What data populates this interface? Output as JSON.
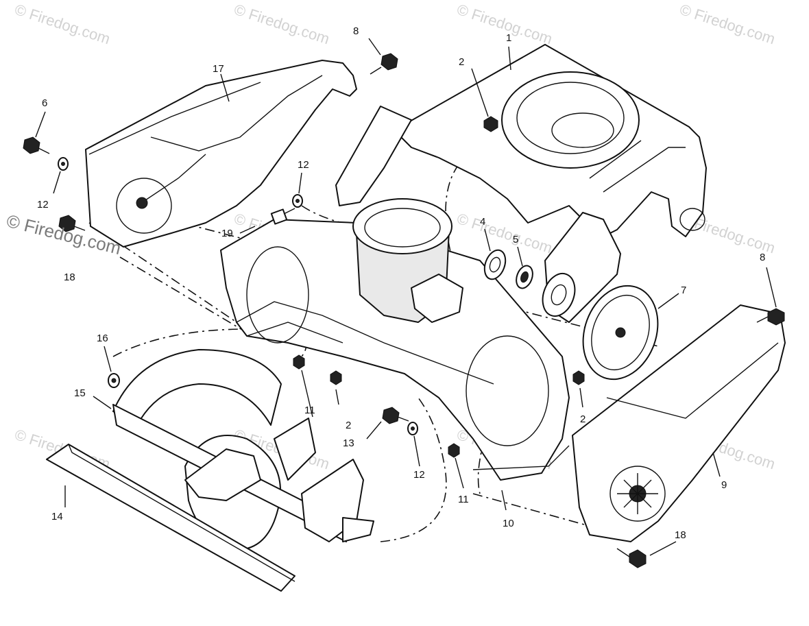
{
  "watermark": "© Firedog.com",
  "watermark_prominent": "© Firedog.com",
  "callouts": [
    {
      "id": "c1",
      "label": "1"
    },
    {
      "id": "c2a",
      "label": "2"
    },
    {
      "id": "c2b",
      "label": "2"
    },
    {
      "id": "c2c",
      "label": "2"
    },
    {
      "id": "c4",
      "label": "4"
    },
    {
      "id": "c5",
      "label": "5"
    },
    {
      "id": "c6",
      "label": "6"
    },
    {
      "id": "c7",
      "label": "7"
    },
    {
      "id": "c8a",
      "label": "8"
    },
    {
      "id": "c8b",
      "label": "8"
    },
    {
      "id": "c9",
      "label": "9"
    },
    {
      "id": "c10",
      "label": "10"
    },
    {
      "id": "c11a",
      "label": "11"
    },
    {
      "id": "c11b",
      "label": "11"
    },
    {
      "id": "c12a",
      "label": "12"
    },
    {
      "id": "c12b",
      "label": "12"
    },
    {
      "id": "c12c",
      "label": "12"
    },
    {
      "id": "c13",
      "label": "13"
    },
    {
      "id": "c14",
      "label": "14"
    },
    {
      "id": "c15",
      "label": "15"
    },
    {
      "id": "c16",
      "label": "16"
    },
    {
      "id": "c17",
      "label": "17"
    },
    {
      "id": "c18a",
      "label": "18"
    },
    {
      "id": "c18b",
      "label": "18"
    },
    {
      "id": "c19",
      "label": "19"
    }
  ]
}
